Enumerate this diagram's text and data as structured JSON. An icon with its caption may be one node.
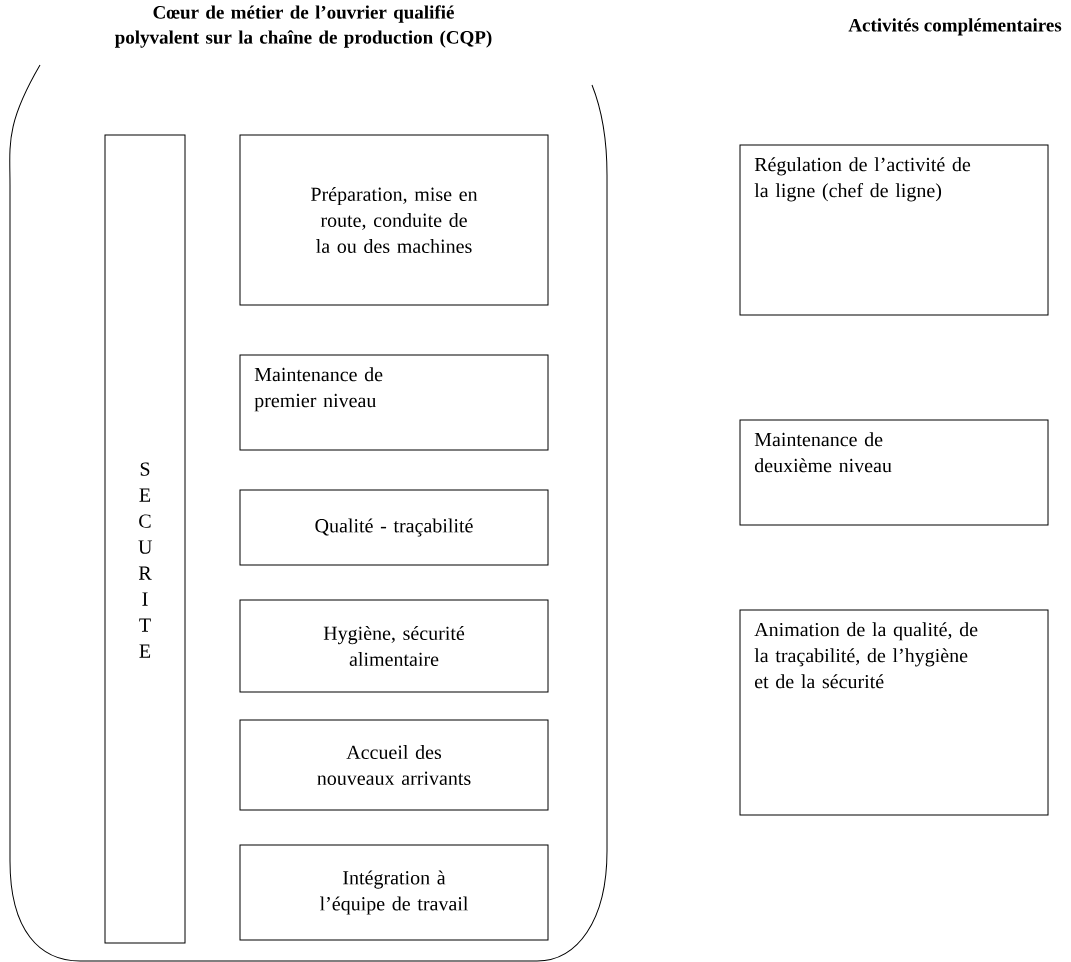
{
  "diagram": {
    "nodes": [
      {
        "text": [
          "Cœur de métier de l’ouvrier qualifié polyvalent sur la chaîne de production (CQP)"
        ]
      },
      {
        "text": [
          "S E C U R I T E"
        ],
        "in": 0
      },
      {
        "text": [
          "Préparation, mise en route, conduite de la ou des machines"
        ],
        "in": 0
      },
      {
        "text": [
          "Maintenance de premier niveau"
        ],
        "in": 0
      },
      {
        "text": [
          "Qualité - traçabilité"
        ],
        "in": 0
      },
      {
        "text": [
          "Hygiène, sécurité alimentaire"
        ],
        "in": 0
      },
      {
        "text": [
          "Accueil des nouveaux arrivants"
        ],
        "in": 0
      },
      {
        "text": [
          "Intégration à l’équipe de travail"
        ],
        "in": 0
      },
      {
        "text": [
          "Régulation de l’activité de la ligne (chef de ligne)"
        ]
      },
      {
        "text": [
          "Maintenance de deuxième niveau"
        ]
      },
      {
        "text": [
          "Animation de la qualité, de la traçabilité, de l’hygiène et de la sécurité"
        ]
      }
    ],
    "labels": [
      "Activités complémentaires"
    ]
  }
}
